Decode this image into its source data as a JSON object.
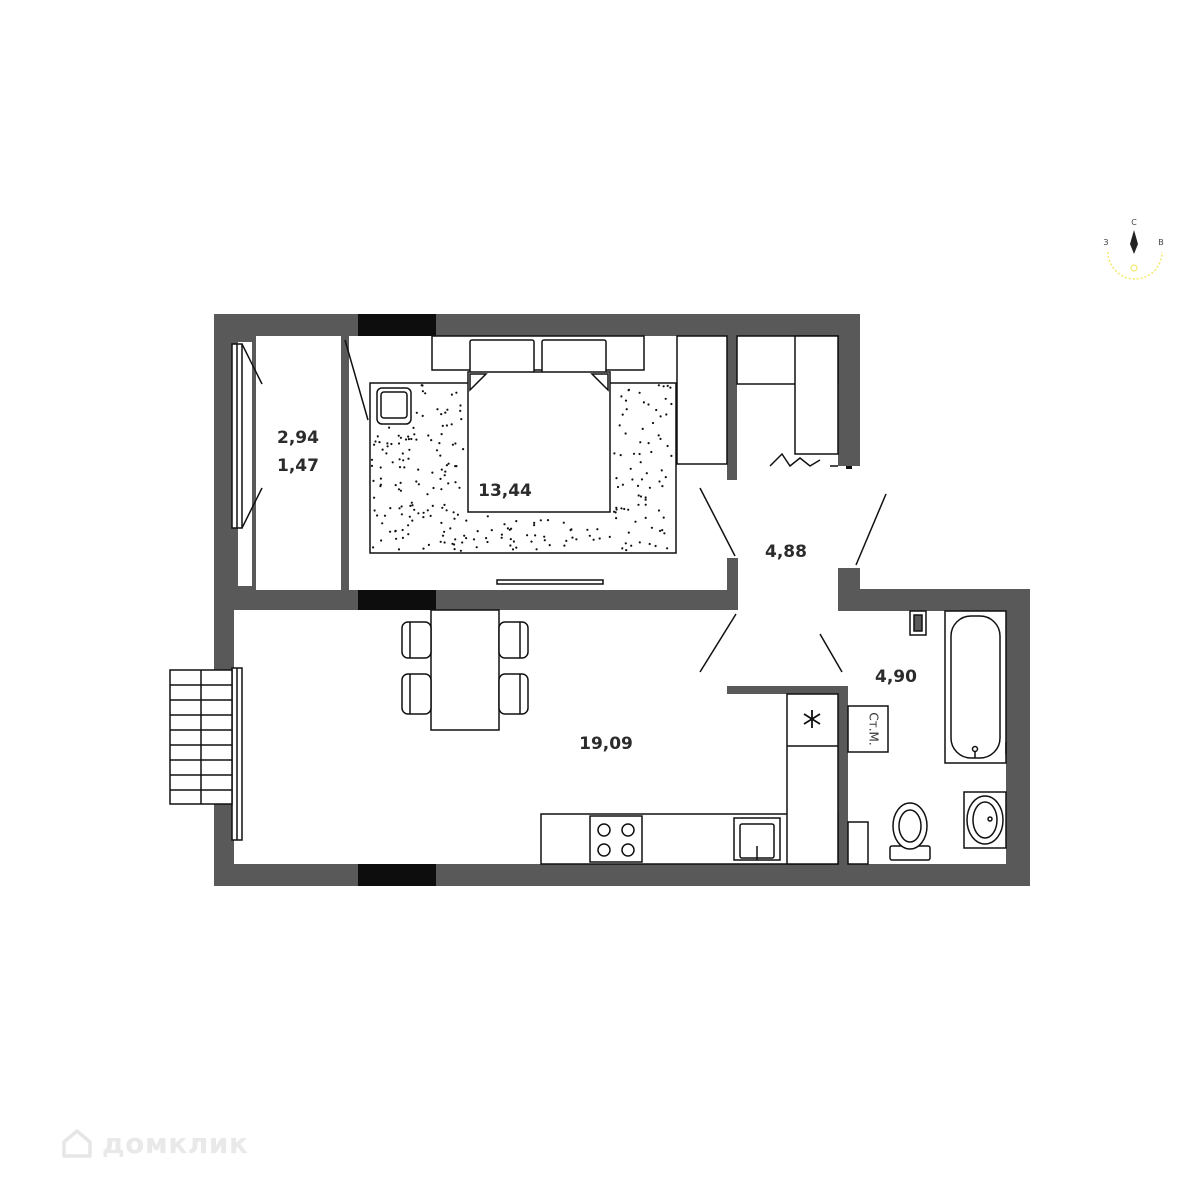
{
  "rooms": {
    "balcony_total": "2,94",
    "balcony_reduced": "1,47",
    "bedroom": "13,44",
    "hallway": "4,88",
    "bathroom": "4,90",
    "kitchen_living": "19,09"
  },
  "fixtures": {
    "washer_label": "Ст.М."
  },
  "compass": {
    "north": "С",
    "west": "З",
    "east": "В"
  },
  "watermark": {
    "logo_text": "домклик"
  },
  "colors": {
    "wall": "#595959",
    "window_opening": "#0d0d0d",
    "line": "#111111",
    "compass_sun": "#f2e96b"
  }
}
